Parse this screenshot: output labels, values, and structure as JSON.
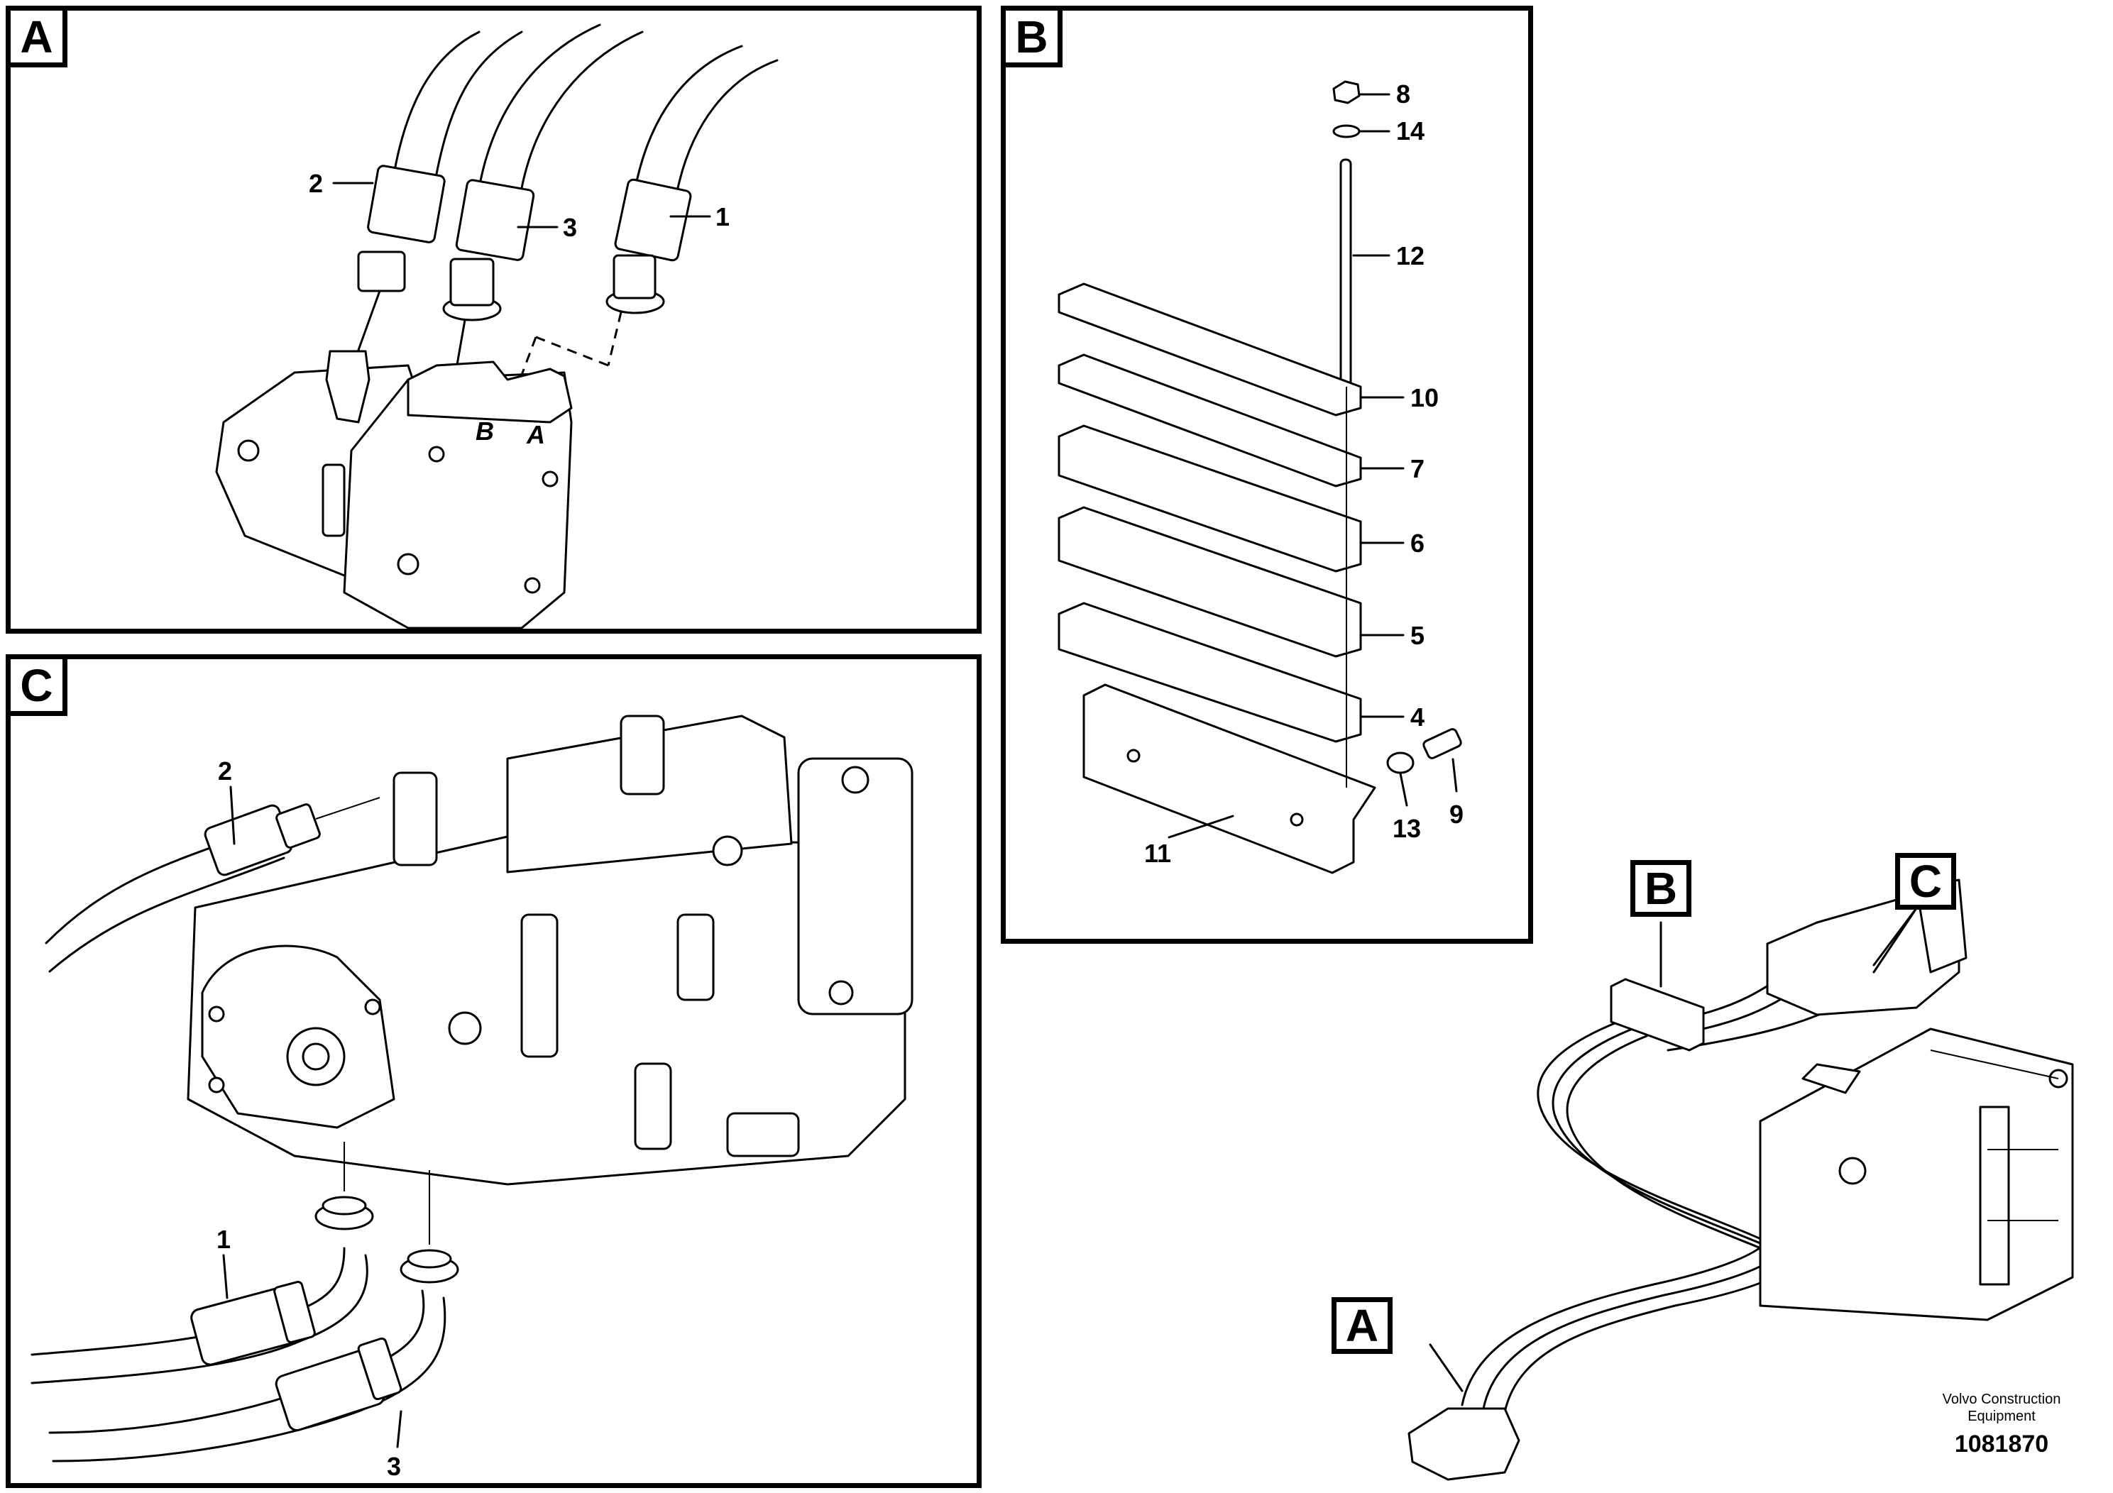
{
  "panels": {
    "a": {
      "letter": "A",
      "callouts": [
        "2",
        "3",
        "1"
      ],
      "port_b": "B",
      "port_a": "A"
    },
    "b": {
      "letter": "B",
      "callouts": [
        "8",
        "14",
        "12",
        "10",
        "7",
        "6",
        "5",
        "4",
        "13",
        "9",
        "11"
      ]
    },
    "c": {
      "letter": "C",
      "callouts": [
        "2",
        "1",
        "3"
      ]
    }
  },
  "overview": {
    "labels": [
      "B",
      "C",
      "A"
    ]
  },
  "footer": {
    "company": "Volvo Construction Equipment",
    "figure_number": "1081870"
  }
}
